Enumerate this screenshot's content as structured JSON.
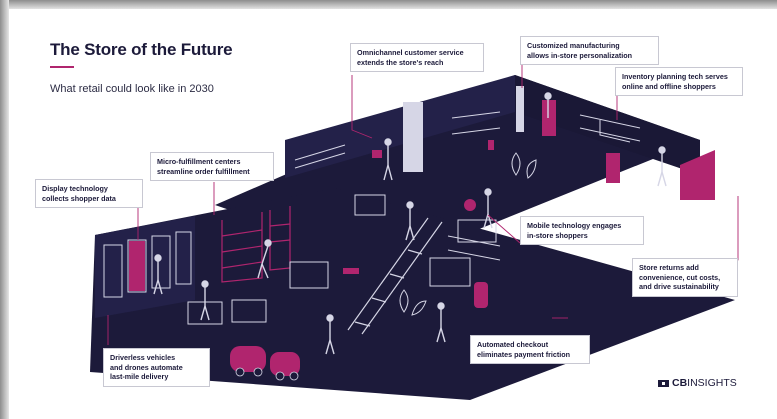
{
  "title": "The Store of the Future",
  "subtitle": "What retail could look like in 2030",
  "callouts": {
    "omnichannel": [
      "Omnichannel customer service",
      "extends the store's reach"
    ],
    "manufacturing": [
      "Customized manufacturing",
      "allows in-store personalization"
    ],
    "inventory": [
      "Inventory planning tech serves",
      "online and offline shoppers"
    ],
    "micro_fulfillment": [
      "Micro-fulfillment centers",
      "streamline order fulfillment"
    ],
    "display": [
      "Display technology",
      "collects shopper data"
    ],
    "mobile": [
      "Mobile technology engages",
      "in-store shoppers"
    ],
    "returns": [
      "Store returns add",
      "convenience, cut costs,",
      "and drive sustainability"
    ],
    "checkout": [
      "Automated checkout",
      "eliminates payment friction"
    ],
    "driverless": [
      "Driverless vehicles",
      "and drones automate",
      "last-mile delivery"
    ]
  },
  "logo": {
    "strong": "CB",
    "rest": "INSIGHTS"
  },
  "colors": {
    "navy": "#1c1a3a",
    "magenta": "#b0256e",
    "line": "#d6d6e6",
    "backdrop": "#ffffff"
  }
}
